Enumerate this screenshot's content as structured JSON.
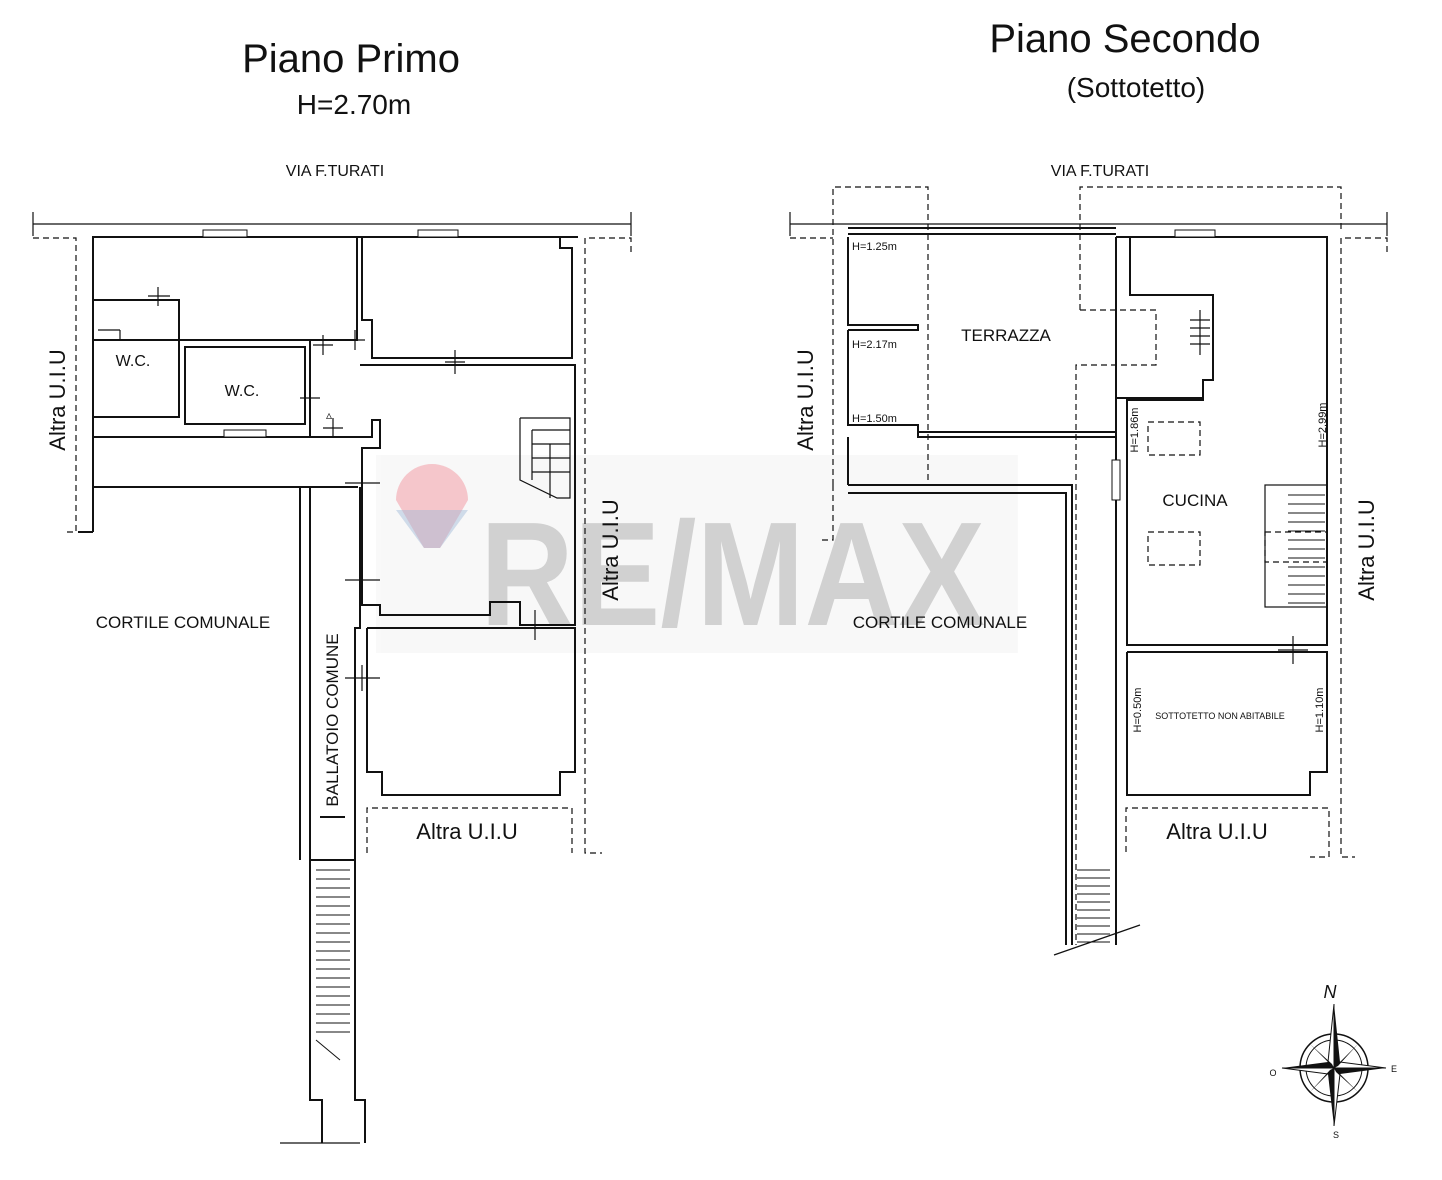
{
  "floor1": {
    "title": "Piano Primo",
    "height": "H=2.70m",
    "street": "VIA F.TURATI",
    "rooms": {
      "wc1": "W.C.",
      "wc2": "W.C.",
      "courtyard": "CORTILE COMUNALE",
      "gallery": "BALLATOIO COMUNE",
      "other_left": "Altra U.I.U",
      "other_right": "Altra U.I.U",
      "other_bottom": "Altra U.I.U"
    }
  },
  "floor2": {
    "title": "Piano Secondo",
    "subtitle": "(Sottotetto)",
    "street": "VIA F.TURATI",
    "rooms": {
      "terrace": "TERRAZZA",
      "kitchen": "CUCINA",
      "attic": "SOTTOTETTO NON ABITABILE",
      "courtyard": "CORTILE COMUNALE",
      "other_left": "Altra U.I.U",
      "other_right": "Altra U.I.U",
      "other_bottom": "Altra U.I.U"
    },
    "heights": {
      "h125": "H=1.25m",
      "h217": "H=2.17m",
      "h150": "H=1.50m",
      "h186": "H=1.86m",
      "h299": "H=2.99m",
      "h050": "H=0.50m",
      "h110": "H=1.10m"
    }
  },
  "watermark": {
    "text": "RE/MAX",
    "color": "#9a9a9a",
    "balloon_red": "#e2283a",
    "balloon_blue": "#2a62a8"
  },
  "compass": {
    "n": "N",
    "e": "E",
    "s": "S",
    "o": "O"
  }
}
